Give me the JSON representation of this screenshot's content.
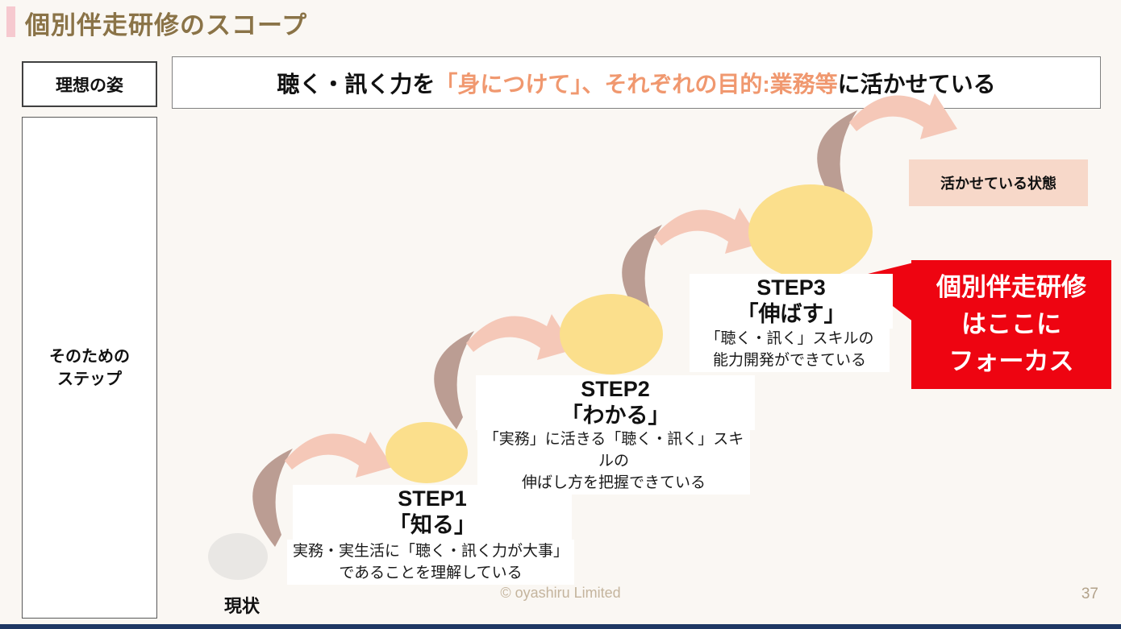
{
  "page": {
    "title": "個別伴走研修のスコープ"
  },
  "ideal": {
    "label": "理想の姿",
    "headline": {
      "seg1": "聴く・訊く力を",
      "seg2": "「身につけて」、それぞれの目的:業務等",
      "seg3": "に活かせている"
    }
  },
  "steps_panel": {
    "label": "そのための\nステップ"
  },
  "diagram": {
    "current_state": "現状",
    "steps": [
      {
        "id": "STEP1",
        "name": "「知る」",
        "desc": "実務・実生活に「聴く・訊く力が大事」\nであることを理解している"
      },
      {
        "id": "STEP2",
        "name": "「わかる」",
        "desc": "「実務」に活きる「聴く・訊く」スキルの\n伸ばし方を把握できている"
      },
      {
        "id": "STEP3",
        "name": "「伸ばす」",
        "desc": "「聴く・訊く」スキルの\n能力開発ができている"
      }
    ],
    "goal_state": "活かせている状態",
    "callout": "個別伴走研修\nはここに\nフォーカス"
  },
  "footer": {
    "copyright": "© oyashiru Limited",
    "page_number": "37"
  },
  "colors": {
    "background": "#FAF7F3",
    "title_brown": "#8A7347",
    "title_accent_pink": "#F6C9CF",
    "highlight_orange": "#F0986F",
    "ellipse_yellow": "#FBDF8C",
    "ellipse_gray": "#E9E7E4",
    "arrow_brown": "#BB9D93",
    "arrow_pink": "#F5C8B8",
    "goal_box_pink": "#F7D8C9",
    "callout_red": "#EE0411",
    "bottom_bar_navy": "#1F3864",
    "footer_tan": "#C4B49D"
  }
}
